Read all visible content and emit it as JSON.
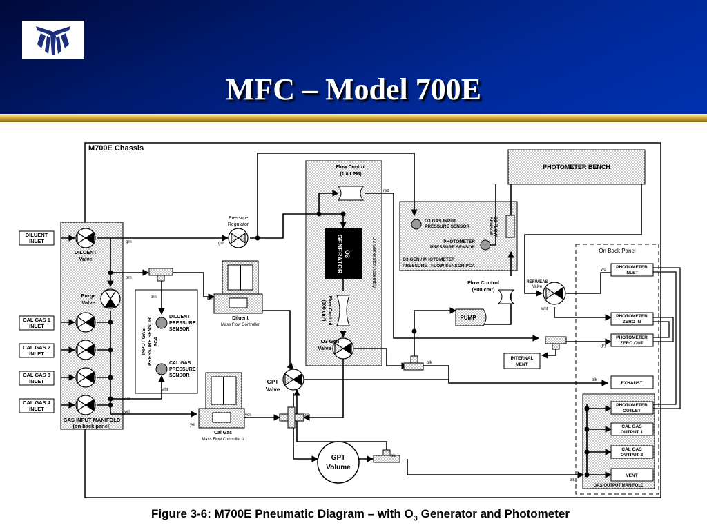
{
  "slide": {
    "title": "MFC – Model 700E",
    "caption": {
      "prefix": "Figure 3-6:  M700E Pneumatic Diagram – with O",
      "sub": "3",
      "suffix": " Generator and Photometer"
    }
  },
  "diagram": {
    "chassis": "M700E Chassis",
    "photometer_bench": "PHOTOMETER BENCH",
    "back_panel": "On Back Panel",
    "inlets": {
      "diluent": [
        "DILUENT",
        "INLET"
      ],
      "cal1": [
        "CAL GAS 1",
        "INLET"
      ],
      "cal2": [
        "CAL GAS 2",
        "INLET"
      ],
      "cal3": [
        "CAL GAS 3",
        "INLET"
      ],
      "cal4": [
        "CAL GAS 4",
        "INLET"
      ]
    },
    "diluent_valve": [
      "DILUENT",
      "Valve"
    ],
    "purge_valve": [
      "Purge",
      "Valve"
    ],
    "manifold": [
      "GAS INPUT MANIFOLD",
      "(on back panel)"
    ],
    "pcas": {
      "input_gas": [
        "INPUT GAS",
        "PRESSURE SENSOR",
        "PCA"
      ],
      "diluent_sensor": [
        "DILUENT",
        "PRESSURE",
        "SENSOR"
      ],
      "cal_sensor": [
        "CAL GAS",
        "PRESSURE",
        "SENSOR"
      ]
    },
    "pressure_regulator": [
      "Pressure",
      "Regulator"
    ],
    "diluent_mfc": [
      "Diluent",
      "Mass Flow Controller"
    ],
    "cal_mfc": [
      "Cal Gas",
      "Mass Flow Controller 1"
    ],
    "o3_assembly": "O3 Generator Assembly",
    "flow_control_top": [
      "Flow Control",
      "(1.0 LPM)"
    ],
    "o3_generator": [
      "O3",
      "GENERATOR"
    ],
    "flow_control_mid": [
      "Flow Control",
      "(100 cm³)"
    ],
    "o3_gen_valve": [
      "O3 Gen",
      "Valve"
    ],
    "gpt_valve": [
      "GPT",
      "Valve"
    ],
    "gpt_volume": [
      "GPT",
      "Volume"
    ],
    "sensor_pca": {
      "o3_input": [
        "O3 GAS INPUT",
        "PRESSURE SENSOR"
      ],
      "photometer_sensor": [
        "PHOTOMETER",
        "PRESSURE SENSOR"
      ],
      "flow_sensor": [
        "O3 FLOW",
        "SENSOR"
      ],
      "pca_label": [
        "O3 GEN / PHOTOMETER",
        "PRESSURE / FLOW SENSOR PCA"
      ]
    },
    "flow_control_800": [
      "Flow Control",
      "(800 cm³)"
    ],
    "pump": "PUMP",
    "internal_vent": [
      "INTERNAL",
      "VENT"
    ],
    "ref_meas": [
      "REF/MEAS",
      "Valve"
    ],
    "ports": {
      "photometer_inlet": [
        "PHOTOMETER",
        "INLET"
      ],
      "zero_in": [
        "PHOTOMETER",
        "ZERO IN"
      ],
      "zero_out": [
        "PHOTOMETER",
        "ZERO OUT"
      ],
      "exhaust": "EXHAUST",
      "photometer_outlet": [
        "PHOTOMETER",
        "OUTLET"
      ],
      "cal_out1": [
        "CAL GAS",
        "OUTPUT 1"
      ],
      "cal_out2": [
        "CAL GAS",
        "OUTPUT 2"
      ],
      "vent": "VENT",
      "output_manifold": "GAS OUTPUT MANIFOLD"
    },
    "tube_tags": {
      "grn1": "grn",
      "grn2": "grn",
      "brn1": "brn",
      "brn2": "brn",
      "brn3": "brn",
      "orn": "orn",
      "yel1": "yel",
      "yel2": "yel",
      "yel3": "yel",
      "wht1": "wht",
      "wht2": "wht",
      "red": "red",
      "blk1": "blk",
      "blk2": "blk",
      "blu": "blu",
      "prp": "prp",
      "gry": "gry",
      "vio": "vio",
      "blk3": "blk"
    }
  }
}
